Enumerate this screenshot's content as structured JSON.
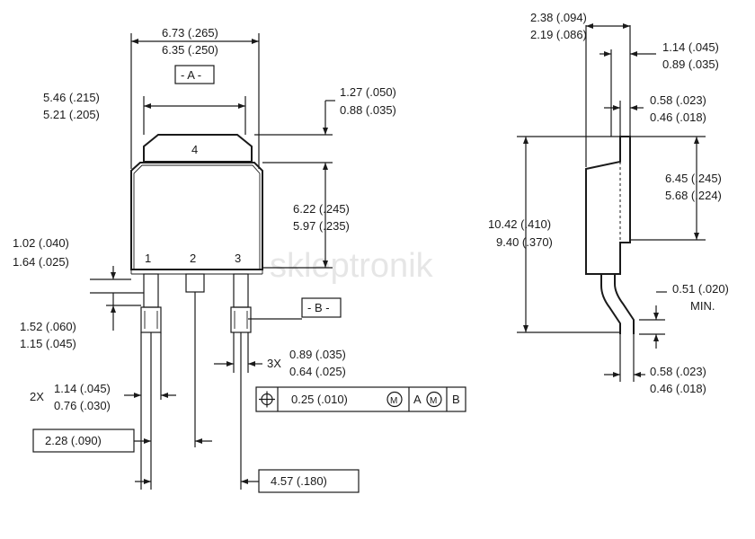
{
  "watermark": "skleptronik",
  "front_view": {
    "pins": {
      "p1": "1",
      "p2": "2",
      "p3": "3",
      "tab": "4"
    },
    "datum_a": "- A -",
    "datum_b": "- B -",
    "dim_width_max": "6.73 (.265)",
    "dim_width_min": "6.35 (.250)",
    "dim_tab_max": "5.46 (.215)",
    "dim_tab_min": "5.21 (.205)",
    "dim_tabh_max": "1.27 (.050)",
    "dim_tabh_min": "0.88 (.035)",
    "dim_body_max": "6.22 (.245)",
    "dim_body_min": "5.97 (.235)",
    "dim_stub_1": "1.02 (.040)",
    "dim_stub_2": "1.64 (.025)",
    "dim_lead_1": "1.52 (.060)",
    "dim_lead_2": "1.15 (.045)",
    "dim_lw_prefix": "3X",
    "dim_lw_max": "0.89 (.035)",
    "dim_lw_min": "0.64 (.025)",
    "dim_sh_prefix": "2X",
    "dim_sh_max": "1.14 (.045)",
    "dim_sh_min": "0.76 (.030)",
    "fcf_symbol": "⌖",
    "fcf_tol": "0.25  (.010)",
    "fcf_m1": "M",
    "fcf_a": "A",
    "fcf_m2": "M",
    "fcf_b": "B",
    "dim_pitch": "2.28  (.090)",
    "dim_span": "4.57  (.180)"
  },
  "side_view": {
    "dim_top_max": "2.38 (.094)",
    "dim_top_min": "2.19 (.086)",
    "dim_thk_max": "1.14 (.045)",
    "dim_thk_min": "0.89 (.035)",
    "dim_tabt_max": "0.58 (.023)",
    "dim_tabt_min": "0.46 (.018)",
    "dim_tot_max": "10.42 (.410)",
    "dim_tot_min": "9.40 (.370)",
    "dim_hdr_max": "6.45 (.245)",
    "dim_hdr_min": "5.68 (.224)",
    "dim_min_val": "0.51 (.020)",
    "dim_min_lbl": "MIN.",
    "dim_leadt_max": "0.58 (.023)",
    "dim_leadt_min": "0.46 (.018)"
  }
}
